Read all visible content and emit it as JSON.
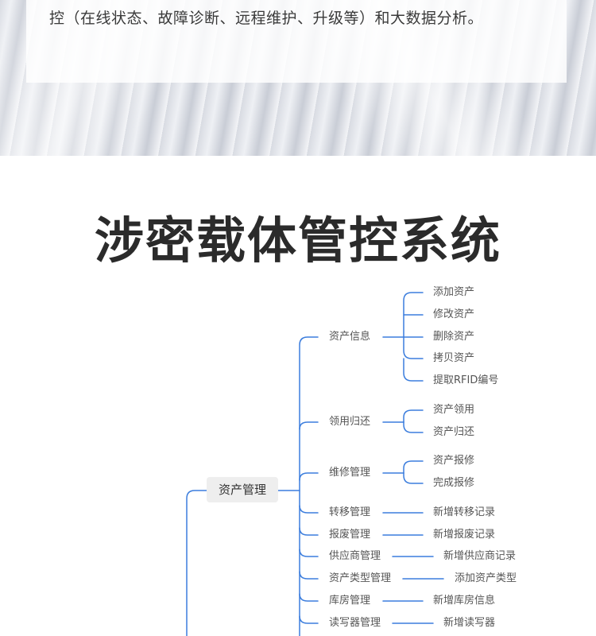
{
  "intro": {
    "text": "控（在线状态、故障诊断、远程维护、升级等）和大数据分析。"
  },
  "title": "涉密载体管控系统",
  "mindmap": {
    "root": "资产管理",
    "branches": [
      {
        "label": "资产信息",
        "children": [
          "添加资产",
          "修改资产",
          "删除资产",
          "拷贝资产",
          "提取RFID编号"
        ]
      },
      {
        "label": "领用归还",
        "children": [
          "资产领用",
          "资产归还"
        ]
      },
      {
        "label": "维修管理",
        "children": [
          "资产报修",
          "完成报修"
        ]
      },
      {
        "label": "转移管理",
        "children": [
          "新增转移记录"
        ]
      },
      {
        "label": "报废管理",
        "children": [
          "新增报废记录"
        ]
      },
      {
        "label": "供应商管理",
        "children": [
          "新增供应商记录"
        ]
      },
      {
        "label": "资产类型管理",
        "children": [
          "添加资产类型"
        ]
      },
      {
        "label": "库房管理",
        "children": [
          "新增库房信息"
        ]
      },
      {
        "label": "读写器管理",
        "children": [
          "新增读写器"
        ]
      }
    ]
  },
  "colors": {
    "line": "#3b7ddd"
  }
}
